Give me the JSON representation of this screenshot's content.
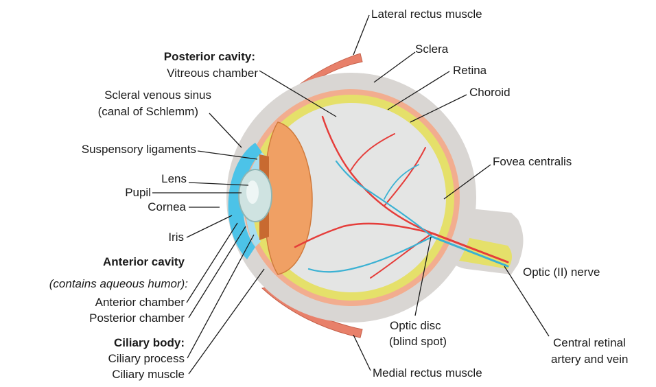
{
  "labels": {
    "lateral_rectus": "Lateral rectus muscle",
    "sclera": "Sclera",
    "retina": "Retina",
    "choroid": "Choroid",
    "fovea": "Fovea centralis",
    "optic_nerve": "Optic (II) nerve",
    "optic_disc_line1": "Optic disc",
    "optic_disc_line2": "(blind spot)",
    "central_artery_line1": "Central retinal",
    "central_artery_line2": "artery and vein",
    "medial_rectus": "Medial rectus muscle",
    "posterior_cavity_title": "Posterior cavity:",
    "vitreous_chamber": "Vitreous chamber",
    "scleral_sinus_line1": "Scleral venous sinus",
    "scleral_sinus_line2": "(canal of Schlemm)",
    "suspensory": "Suspensory ligaments",
    "lens": "Lens",
    "pupil": "Pupil",
    "cornea": "Cornea",
    "iris": "Iris",
    "anterior_cavity_title": "Anterior cavity",
    "aqueous_note": "(contains aqueous humor):",
    "anterior_chamber": "Anterior chamber",
    "posterior_chamber": "Posterior chamber",
    "ciliary_body_title": "Ciliary body:",
    "ciliary_process": "Ciliary process",
    "ciliary_muscle": "Ciliary muscle"
  },
  "colors": {
    "sclera": "#d9d6d3",
    "choroid": "#f2ad8f",
    "retina": "#e5e06a",
    "vitreous": "#e4e5e4",
    "muscle": "#e8806a",
    "cornea": "#4cc3e8",
    "ciliary": "#f0a064",
    "artery": "#e53d3a",
    "vein": "#3ab1d3",
    "nerve": "#e5e06a",
    "leader": "#1a1a1a"
  }
}
